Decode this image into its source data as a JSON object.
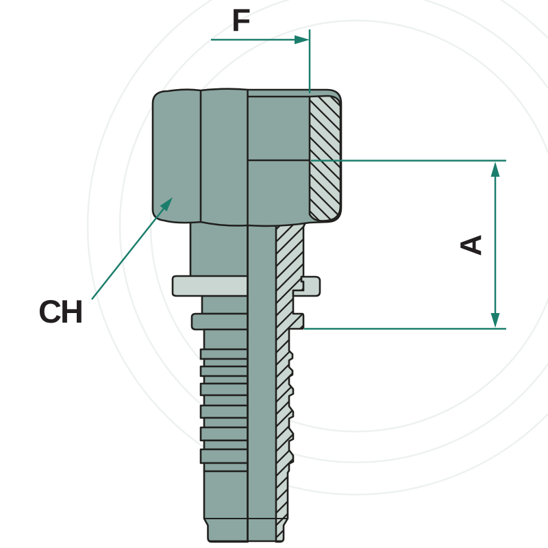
{
  "diagram": {
    "type": "technical-drawing",
    "labels": {
      "thread_dimension": "F",
      "length_dimension": "A",
      "wrench_size": "CH"
    },
    "colors": {
      "background": "#ffffff",
      "body": "#8ca7a2",
      "light": "#c9d6d1",
      "outline": "#20201e",
      "dimension": "#1b7e6c",
      "text": "#231f20",
      "watermark": "#edf1f0"
    }
  }
}
